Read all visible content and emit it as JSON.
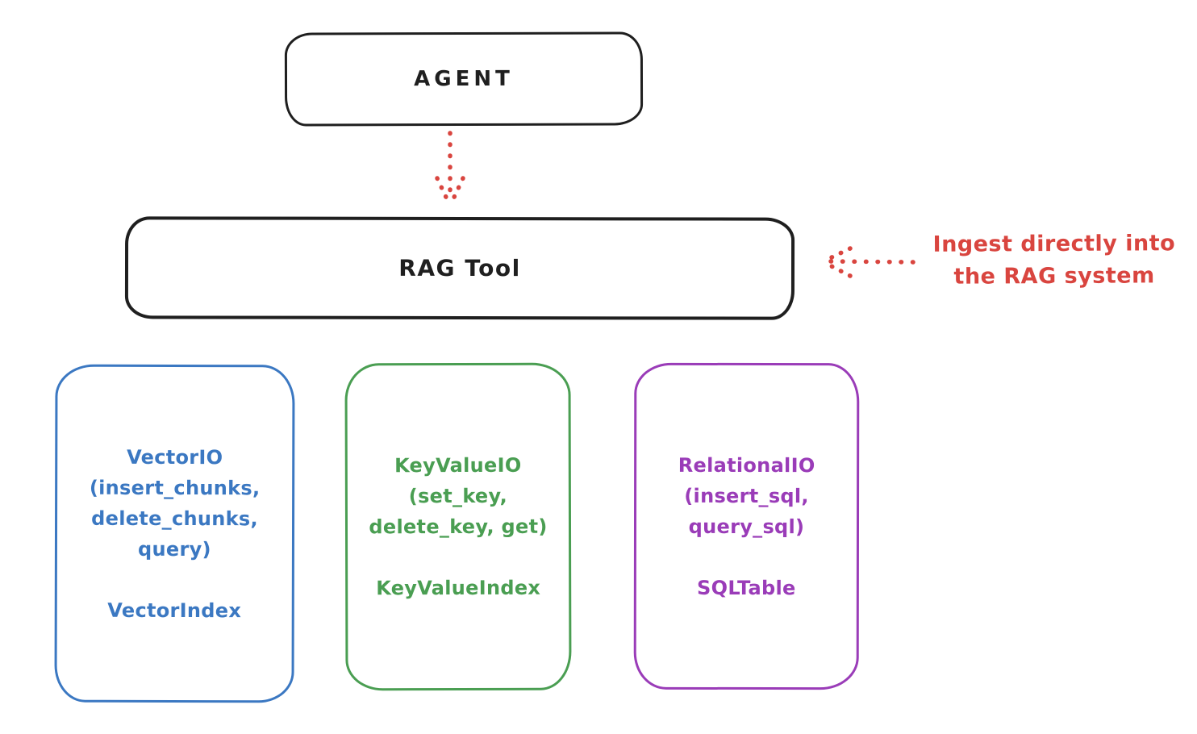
{
  "agent_box": {
    "label": "AGENT",
    "stroke": "#1f1f1f"
  },
  "rag_box": {
    "label": "RAG Tool",
    "stroke": "#1f1f1f"
  },
  "arrows": {
    "agent_to_rag": {
      "color": "#d9453f",
      "style": "dotted",
      "direction": "down"
    },
    "annotation_to_rag": {
      "color": "#d9453f",
      "style": "dotted",
      "direction": "left"
    }
  },
  "annotation": {
    "line1": "Ingest directly into",
    "line2": "the RAG system",
    "color": "#d9453f"
  },
  "stores": [
    {
      "name": "vector-io",
      "color": "#3b78c2",
      "lines": [
        "VectorIO",
        "(insert_chunks,",
        "delete_chunks,",
        "query)"
      ],
      "index_label": "VectorIndex"
    },
    {
      "name": "keyvalue-io",
      "color": "#4a9e52",
      "lines": [
        "KeyValueIO",
        "(set_key,",
        "delete_key, get)"
      ],
      "index_label": "KeyValueIndex"
    },
    {
      "name": "relational-io",
      "color": "#9a3cb8",
      "lines": [
        "RelationalIO",
        "(insert_sql,",
        "query_sql)"
      ],
      "index_label": "SQLTable"
    }
  ]
}
